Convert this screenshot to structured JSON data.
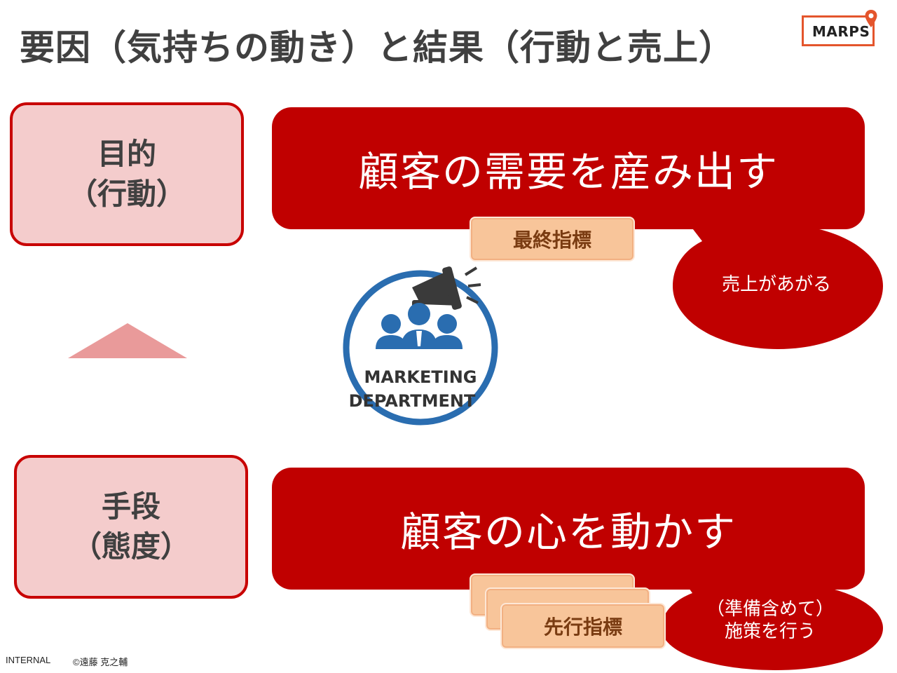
{
  "title": "要因（気持ちの動き）と結果（行動と売上）",
  "logo": {
    "text": "MARPS"
  },
  "purpose_box": {
    "line1": "目的",
    "line2": "（行動）"
  },
  "means_box": {
    "line1": "手段",
    "line2": "（態度）"
  },
  "top_panel": {
    "text": "顧客の需要を産み出す",
    "tag": "最終指標",
    "bubble": "売上があがる"
  },
  "bottom_panel": {
    "text": "顧客の心を動かす",
    "tag": "先行指標",
    "bubble_line1": "（準備含めて）",
    "bubble_line2": "施策を行う"
  },
  "badge": {
    "line1": "MARKETING",
    "line2": "DEPARTMENT"
  },
  "footer": {
    "label": "INTERNAL",
    "copyright": "©遠藤 克之輔"
  },
  "colors": {
    "panel_red": "#c00000",
    "box_pink": "#f4cccc",
    "tag_peach": "#f8c59a",
    "arrow_pink": "#e99a9a",
    "badge_blue": "#2a6db0",
    "logo_orange": "#e4552c"
  },
  "icons": [
    "megaphone-icon",
    "people-icon",
    "location-pin-icon",
    "up-arrow-icon"
  ]
}
